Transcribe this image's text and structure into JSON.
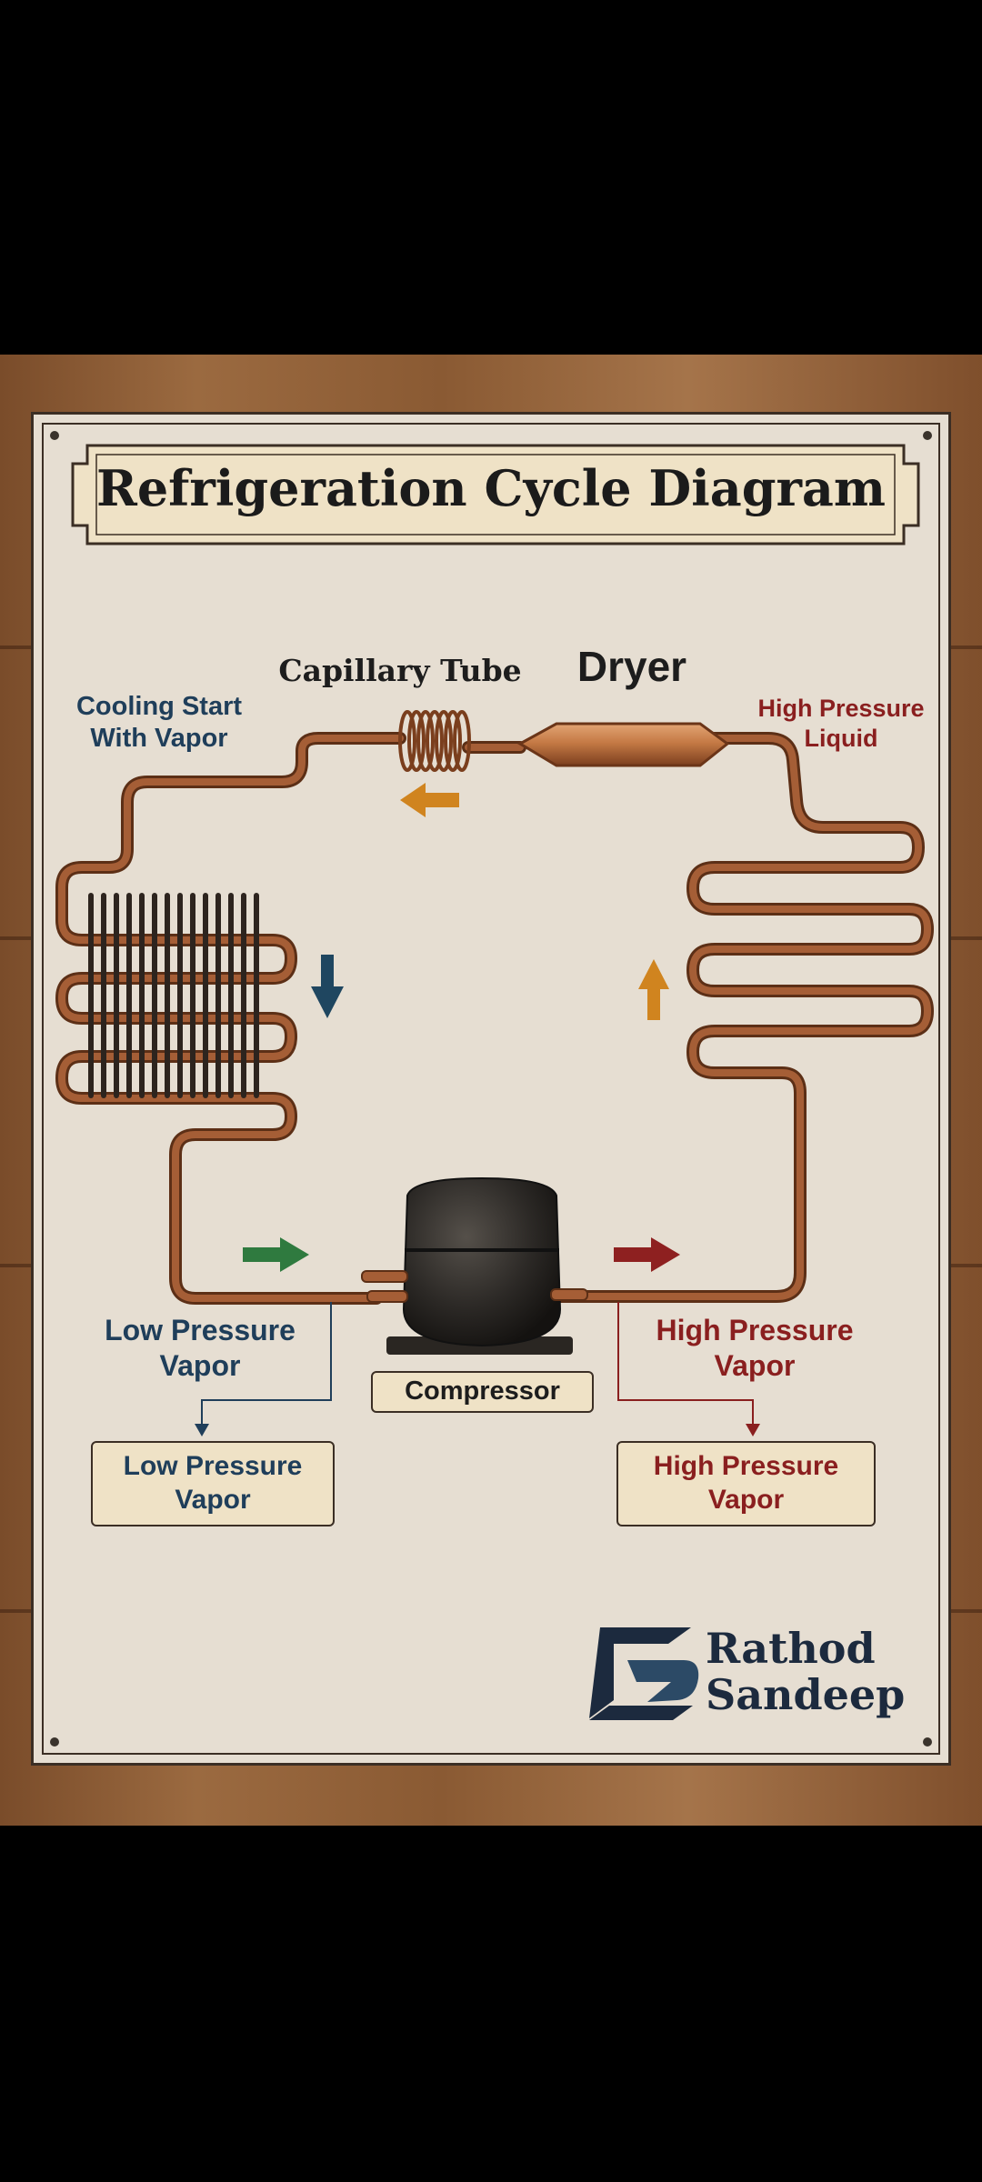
{
  "title": "Refrigeration Cycle Diagram",
  "labels": {
    "capillary_tube": "Capillary Tube",
    "dryer": "Dryer",
    "cooling_start": "Cooling Start With Vapor",
    "high_pressure_liquid": "High Pressure Liquid",
    "low_pressure_vapor": "Low Pressure Vapor",
    "high_pressure_vapor": "High Pressure Vapor",
    "compressor": "Compressor"
  },
  "boxes": {
    "low_pressure_vapor": "Low Pressure Vapor",
    "high_pressure_vapor": "High Pressure Vapor"
  },
  "logo": {
    "name_line1": "Rathod",
    "name_line2": "Sandeep"
  },
  "colors": {
    "copper": "#9a5632",
    "flow_orange": "#d0841f",
    "flow_navy": "#1f4660",
    "flow_green": "#2f7a3f",
    "flow_red": "#8e2020",
    "label_navy": "#1f3e5a",
    "label_maroon": "#8a1f1f"
  }
}
